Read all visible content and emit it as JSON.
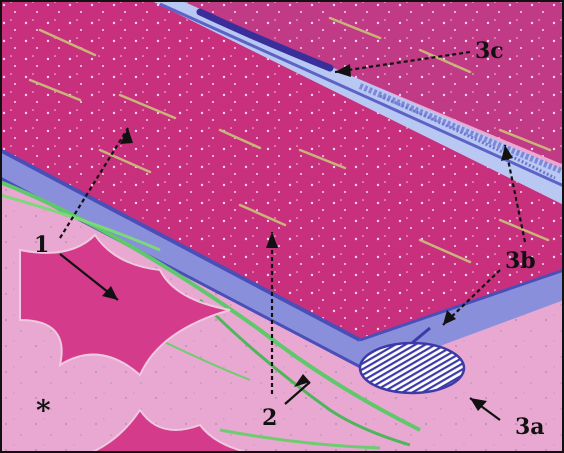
{
  "labels": {
    "one": "1",
    "two": "2",
    "three_a": "3a",
    "three_b": "3b",
    "three_c": "3c",
    "asterisk": "*"
  },
  "colors": {
    "frame": "#111111",
    "muscle_fiber": "#c8307e",
    "cytoplasm": "#e6a2cf",
    "membrane_blue": "#5d63c6",
    "pale_blue": "#b9c8f2",
    "collagen_green": "#5fc86a",
    "star_cell": "#d43b8b",
    "arrow": "#111111"
  }
}
